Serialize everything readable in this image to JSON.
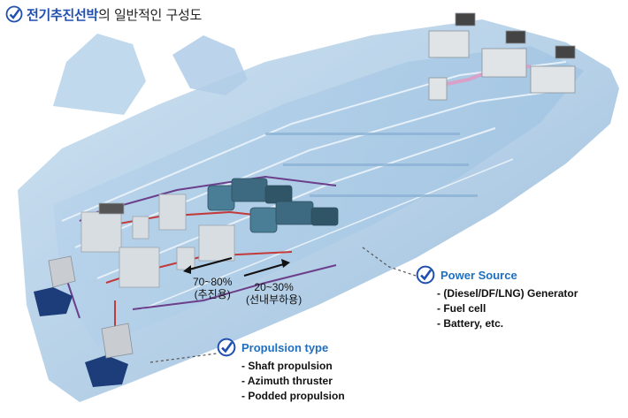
{
  "title": {
    "highlight": "전기추진선박",
    "rest": "의 일반적인 구성도"
  },
  "power_source": {
    "heading": "Power Source",
    "items": [
      "- (Diesel/DF/LNG) Generator",
      "- Fuel cell",
      "- Battery, etc."
    ]
  },
  "propulsion_type": {
    "heading": "Propulsion type",
    "items": [
      "- Shaft propulsion",
      "- Azimuth thruster",
      "- Podded propulsion"
    ]
  },
  "power_split": {
    "propulsion": {
      "percent": "70~80%",
      "label": "(추진용)"
    },
    "hotel": {
      "percent": "20~30%",
      "label": "(선내부하용)"
    }
  },
  "colors": {
    "hull": "#a9c9e6",
    "accent": "#1f6fc0",
    "cable_red": "#c23a3a",
    "machinery": "#3d6a80"
  }
}
